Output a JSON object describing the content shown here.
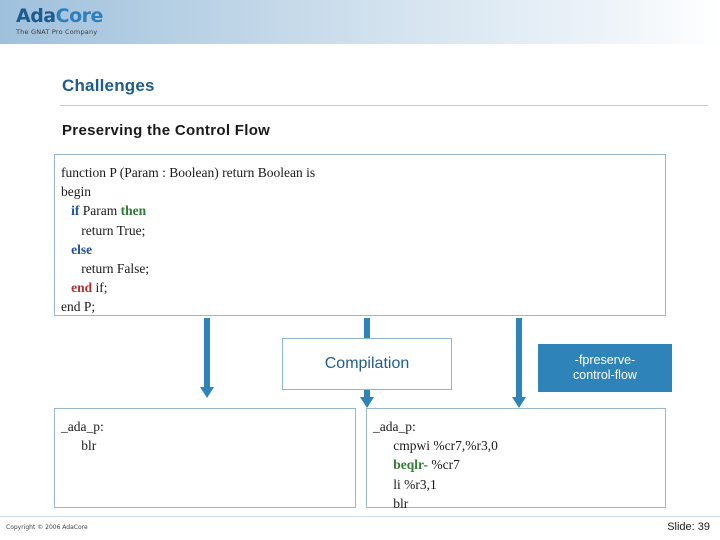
{
  "header": {
    "logo_main_1": "Ada",
    "logo_main_2": "Core",
    "logo_sub": "The GNAT Pro Company"
  },
  "slide": {
    "title": "Challenges",
    "subtitle": "Preserving the Control Flow",
    "number_label": "Slide: 39",
    "copyright": "Copyright © 2006 AdaCore"
  },
  "code_box": {
    "lines": [
      [
        {
          "t": "function P (Param : Boolean) return Boolean is",
          "c": "plain"
        }
      ],
      [
        {
          "t": "begin",
          "c": "plain"
        }
      ],
      [
        {
          "t": "   ",
          "c": "plain"
        },
        {
          "t": "if",
          "c": "kw-blue"
        },
        {
          "t": " Param ",
          "c": "plain"
        },
        {
          "t": "then",
          "c": "kw-green"
        }
      ],
      [
        {
          "t": "      return",
          "c": "plain"
        },
        {
          "t": " True;",
          "c": "plain"
        }
      ],
      [
        {
          "t": "   ",
          "c": "plain"
        },
        {
          "t": "else",
          "c": "kw-blue"
        }
      ],
      [
        {
          "t": "      return False;",
          "c": "plain"
        }
      ],
      [
        {
          "t": "   ",
          "c": "plain"
        },
        {
          "t": "end",
          "c": "kw-red"
        },
        {
          "t": " if;",
          "c": "plain"
        }
      ],
      [
        {
          "t": "end P;",
          "c": "plain"
        }
      ]
    ]
  },
  "compilation": {
    "label": "Compilation"
  },
  "flag": {
    "line1": "-fpreserve-",
    "line2": "control-flow"
  },
  "asm_left": {
    "lines": [
      [
        {
          "t": "_ada_p:",
          "c": "plain"
        }
      ],
      [
        {
          "t": "      blr",
          "c": "plain"
        }
      ]
    ]
  },
  "asm_right": {
    "lines": [
      [
        {
          "t": "_ada_p:",
          "c": "plain"
        }
      ],
      [
        {
          "t": "      cmpwi %cr7,%r3,0",
          "c": "plain"
        }
      ],
      [
        {
          "t": "      ",
          "c": "plain"
        },
        {
          "t": "beqlr-",
          "c": "kw-green"
        },
        {
          "t": " %cr7",
          "c": "plain"
        }
      ],
      [
        {
          "t": "      li %r3,1",
          "c": "plain"
        }
      ],
      [
        {
          "t": "      blr",
          "c": "plain"
        }
      ]
    ]
  },
  "colors": {
    "accent": "#2e83b9",
    "title": "#1f5c8b"
  }
}
